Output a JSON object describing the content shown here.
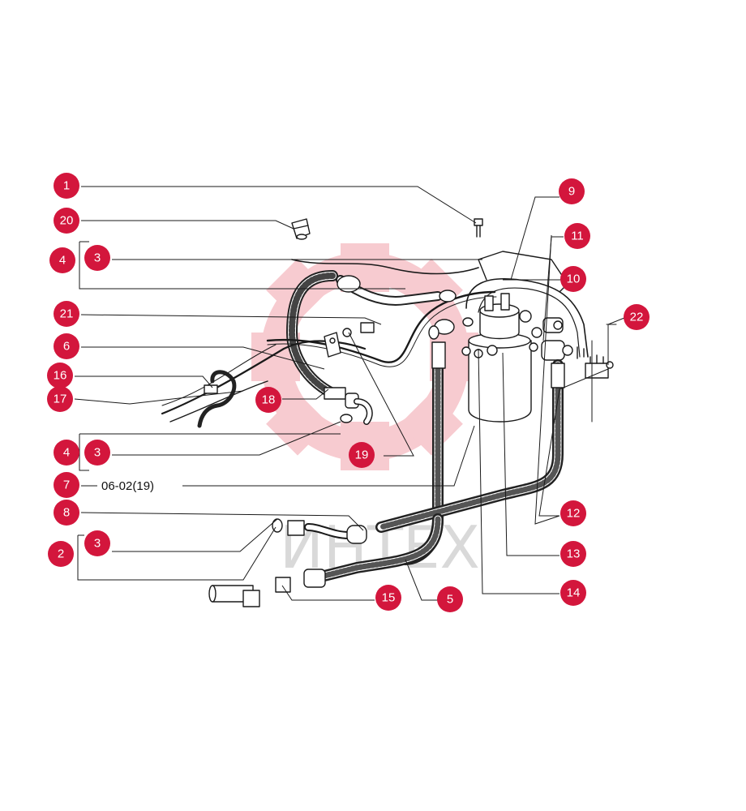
{
  "colors": {
    "callout": "#d3163c",
    "ink": "#1a1a1a",
    "watermark_logo": "#f7c6cb",
    "watermark_text": "#d9d9d9"
  },
  "watermark": {
    "text": "ИНТЕХ",
    "logo": "gear-logo"
  },
  "reference_label": "06-02(19)",
  "callouts": [
    {
      "id": "c1",
      "label": "1"
    },
    {
      "id": "c20",
      "label": "20"
    },
    {
      "id": "c4a",
      "label": "4"
    },
    {
      "id": "c3a",
      "label": "3"
    },
    {
      "id": "c21",
      "label": "21"
    },
    {
      "id": "c6",
      "label": "6"
    },
    {
      "id": "c16",
      "label": "16"
    },
    {
      "id": "c17",
      "label": "17"
    },
    {
      "id": "c18",
      "label": "18"
    },
    {
      "id": "c4b",
      "label": "4"
    },
    {
      "id": "c3b",
      "label": "3"
    },
    {
      "id": "c19",
      "label": "19"
    },
    {
      "id": "c7",
      "label": "7"
    },
    {
      "id": "c8",
      "label": "8"
    },
    {
      "id": "c2",
      "label": "2"
    },
    {
      "id": "c3c",
      "label": "3"
    },
    {
      "id": "c15",
      "label": "15"
    },
    {
      "id": "c5",
      "label": "5"
    },
    {
      "id": "c14",
      "label": "14"
    },
    {
      "id": "c13",
      "label": "13"
    },
    {
      "id": "c12",
      "label": "12"
    },
    {
      "id": "c22",
      "label": "22"
    },
    {
      "id": "c10",
      "label": "10"
    },
    {
      "id": "c11",
      "label": "11"
    },
    {
      "id": "c9",
      "label": "9"
    }
  ]
}
